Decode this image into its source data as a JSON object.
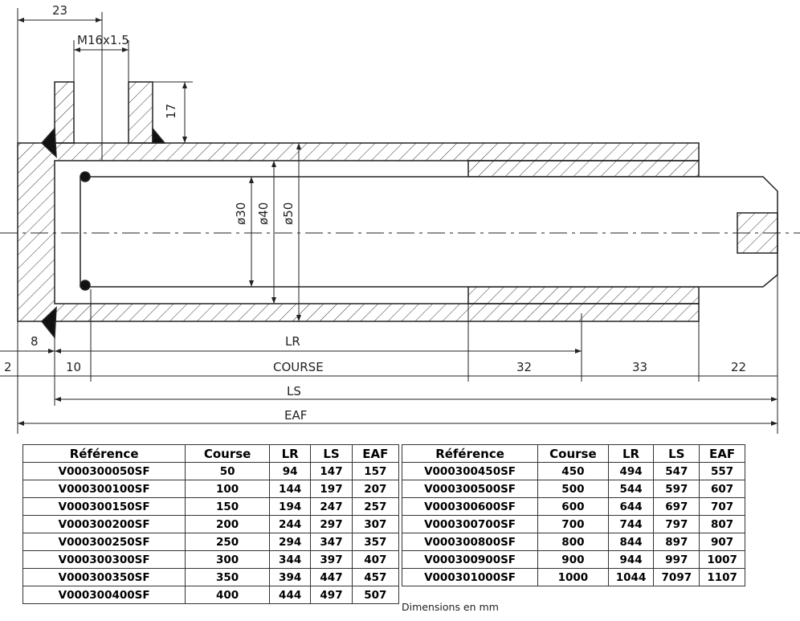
{
  "drawing": {
    "labels": {
      "d23": "23",
      "thread": "M16x1.5",
      "d17": "17",
      "phi30": "ø30",
      "phi40": "ø40",
      "phi50": "ø50",
      "d8": "8",
      "d2": "2",
      "d10": "10",
      "lr": "LR",
      "course": "COURSE",
      "d32": "32",
      "d33": "33",
      "d22": "22",
      "ls": "LS",
      "eaf": "EAF"
    }
  },
  "tables": {
    "headers": [
      "Référence",
      "Course",
      "LR",
      "LS",
      "EAF"
    ],
    "left": [
      [
        "V000300050SF",
        "50",
        "94",
        "147",
        "157"
      ],
      [
        "V000300100SF",
        "100",
        "144",
        "197",
        "207"
      ],
      [
        "V000300150SF",
        "150",
        "194",
        "247",
        "257"
      ],
      [
        "V000300200SF",
        "200",
        "244",
        "297",
        "307"
      ],
      [
        "V000300250SF",
        "250",
        "294",
        "347",
        "357"
      ],
      [
        "V000300300SF",
        "300",
        "344",
        "397",
        "407"
      ],
      [
        "V000300350SF",
        "350",
        "394",
        "447",
        "457"
      ],
      [
        "V000300400SF",
        "400",
        "444",
        "497",
        "507"
      ]
    ],
    "right": [
      [
        "V000300450SF",
        "450",
        "494",
        "547",
        "557"
      ],
      [
        "V000300500SF",
        "500",
        "544",
        "597",
        "607"
      ],
      [
        "V000300600SF",
        "600",
        "644",
        "697",
        "707"
      ],
      [
        "V000300700SF",
        "700",
        "744",
        "797",
        "807"
      ],
      [
        "V000300800SF",
        "800",
        "844",
        "897",
        "907"
      ],
      [
        "V000300900SF",
        "900",
        "944",
        "997",
        "1007"
      ],
      [
        "V000301000SF",
        "1000",
        "1044",
        "7097",
        "1107"
      ]
    ],
    "note": "Dimensions en mm"
  }
}
